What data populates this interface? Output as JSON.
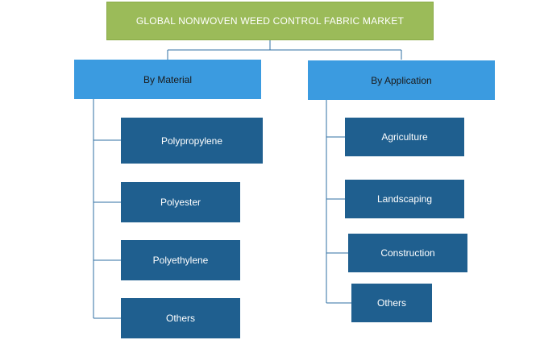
{
  "root": {
    "label": "GLOBAL NONWOVEN WEED CONTROL FABRIC MARKET"
  },
  "branches": [
    {
      "label": "By Material",
      "items": [
        "Polypropylene",
        "Polyester",
        "Polyethylene",
        "Others"
      ]
    },
    {
      "label": "By Application",
      "items": [
        "Agriculture",
        "Landscaping",
        "Construction",
        "Others"
      ]
    }
  ],
  "colors": {
    "root_fill": "#9bbb59",
    "category_fill": "#3b9be0",
    "leaf_fill": "#1f5f8f",
    "connector": "#2f6fa3"
  }
}
